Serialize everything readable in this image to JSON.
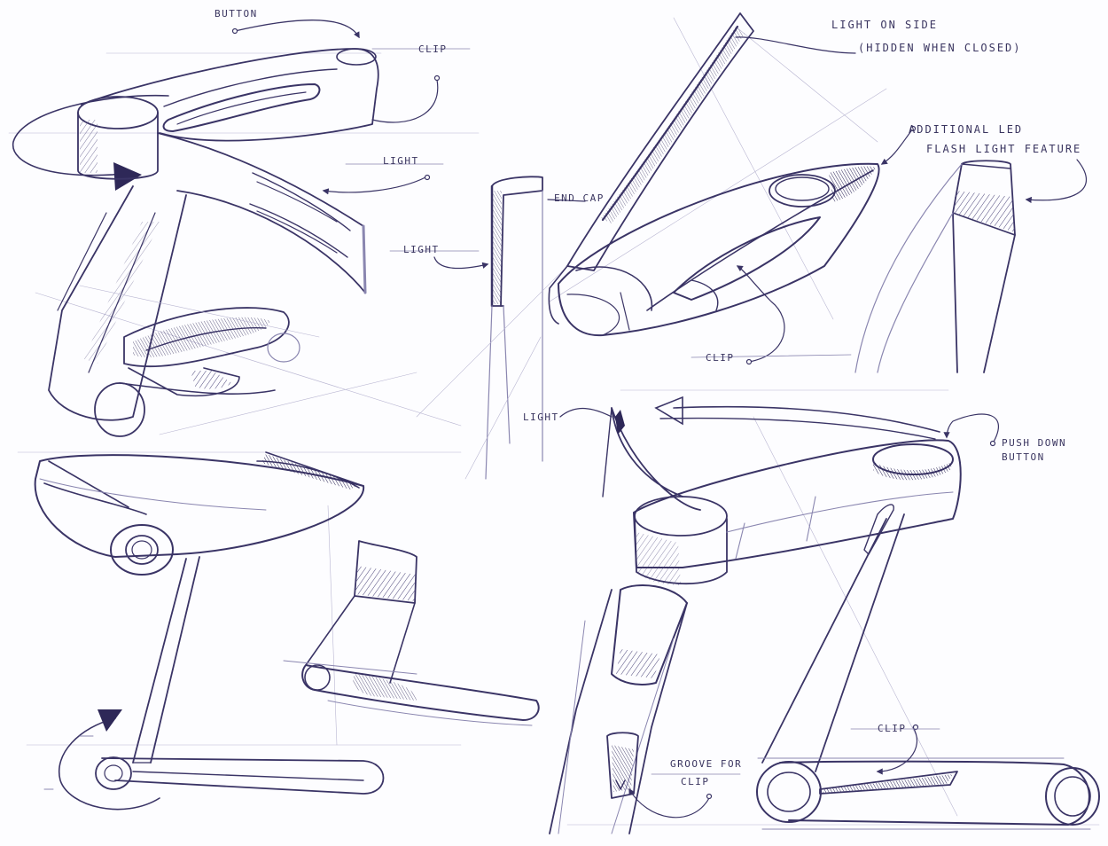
{
  "annotations": {
    "button": "BUTTON",
    "clip_top": "CLIP",
    "light_top": "LIGHT",
    "light_mid": "LIGHT",
    "end_cap": "END CAP",
    "light_on_side_1": "LIGHT ON SIDE",
    "light_on_side_2": "(HIDDEN WHEN CLOSED)",
    "additional_led_1": "ADDITIONAL LED",
    "additional_led_2": "FLASH LIGHT FEATURE",
    "clip_right": "CLIP",
    "light_small": "LIGHT",
    "push_down_1": "PUSH DOWN",
    "push_down_2": "BUTTON",
    "clip_bottom": "CLIP",
    "groove_1": "GROOVE FOR",
    "groove_2": "CLIP"
  },
  "colors": {
    "ink": "#3a3466",
    "paper": "#fdfdff"
  }
}
